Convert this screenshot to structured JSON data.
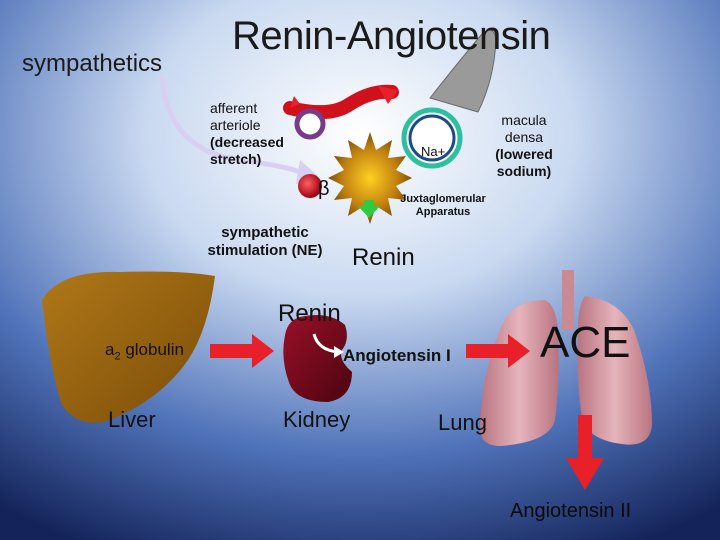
{
  "title": "Renin-Angiotensin",
  "sympathetics": "sympathetics",
  "afferent": [
    "afferent",
    "arteriole",
    "(decreased",
    "stretch)"
  ],
  "macula": [
    "macula",
    "densa",
    "(lowered",
    "sodium)"
  ],
  "na_label": "Na+",
  "beta_label": "β",
  "jga": [
    "Juxtaglomerular",
    "Apparatus"
  ],
  "stimulation": [
    "sympathetic",
    "stimulation (NE)"
  ],
  "renin_upper": "Renin",
  "renin_lower": "Renin",
  "globulin": {
    "prefix": "a",
    "sub": "2",
    "suffix": " globulin"
  },
  "angiotensin_1": "Angiotensin I",
  "ace": "ACE",
  "liver": "Liver",
  "kidney": "Kidney",
  "lung": "Lung",
  "angiotensin_2": "Angiotensin II",
  "colors": {
    "arrow_red": "#e8202a",
    "liver_brown": "#9a6410",
    "kidney_red": "#7a0e1e",
    "lung_pink": "#d9a0a8",
    "teal_ring": "#2cc0a0",
    "green_arrow": "#2ecc40"
  }
}
